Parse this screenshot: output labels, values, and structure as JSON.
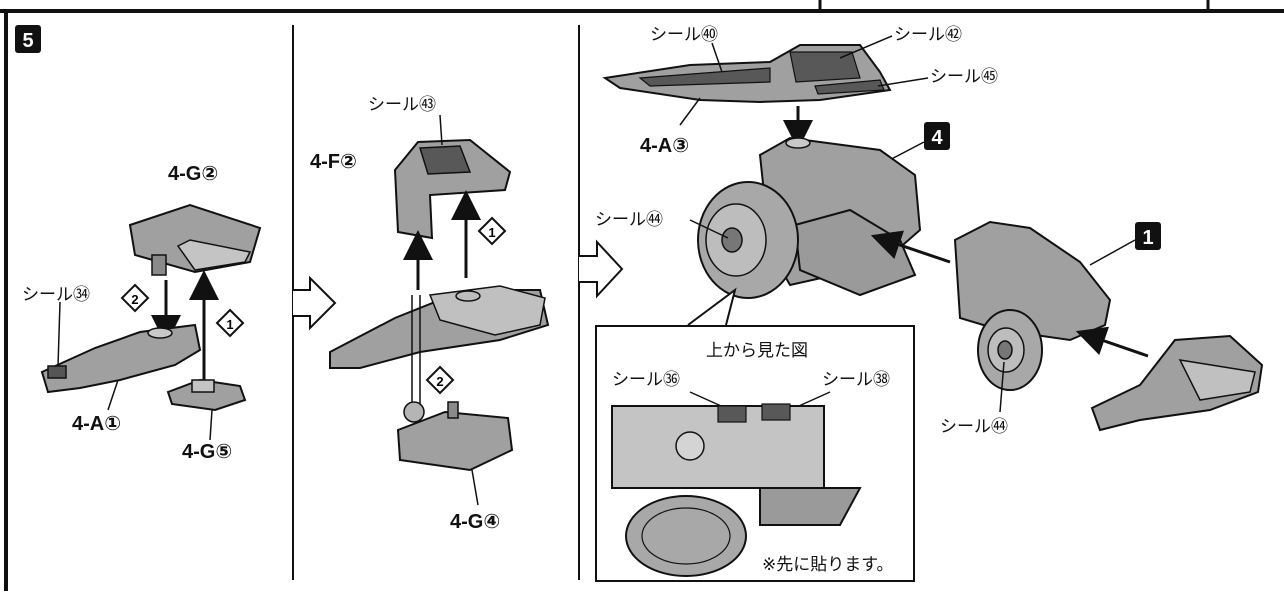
{
  "step": {
    "number": "5"
  },
  "panel_left": {
    "labels": {
      "g2": "4-G②",
      "seal54": "シール㉞",
      "a1": "4-A①",
      "g5": "4-G⑤",
      "step1": "1",
      "step2": "2"
    }
  },
  "panel_mid": {
    "labels": {
      "seal67": "シール㊸",
      "f2": "4-F②",
      "g4": "4-G④",
      "step1": "1",
      "step2": "2"
    }
  },
  "panel_right": {
    "labels": {
      "seal60": "シール㊵",
      "seal62": "シール㊷",
      "seal65": "シール㊺",
      "a3": "4-A③",
      "badge4": "4",
      "badge1": "1",
      "seal64_top": "シール㊹",
      "seal64_bottom": "シール㊹"
    },
    "inset": {
      "title": "上から見た図",
      "seal56": "シール㊱",
      "seal58": "シール㊳",
      "note": "※先に貼ります。"
    }
  },
  "colors": {
    "part_fill": "#9a9a9a",
    "part_light": "#c4c4c4",
    "part_dark": "#6c6c6c",
    "seal": "#585858",
    "ink": "#111111"
  }
}
